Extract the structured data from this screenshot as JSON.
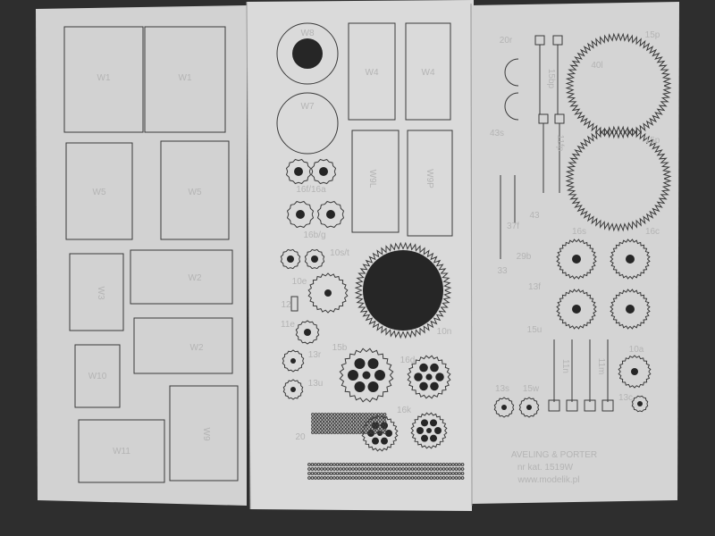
{
  "colors": {
    "background": "#2e2e2e",
    "sheet": "#d6d6d6",
    "cut_line": "#3a3a3a",
    "engraving": "#b4b4b4"
  },
  "sheet_left": {
    "labels": [
      "W1",
      "W1",
      "W5",
      "W5",
      "W3",
      "W2",
      "W2",
      "W10",
      "W9",
      "W11"
    ]
  },
  "sheet_middle": {
    "labels": [
      "W8",
      "W4",
      "W4",
      "W7",
      "W9L",
      "W9P",
      "16f/16a",
      "16b/g",
      "10s/t",
      "10n",
      "10e",
      "12",
      "11e",
      "15b",
      "16d",
      "13r",
      "13u",
      "16k",
      "20"
    ]
  },
  "sheet_right": {
    "labels": [
      "20r",
      "15bp",
      "40l",
      "15p",
      "15p",
      "43s",
      "11fp",
      "37f",
      "43",
      "29b",
      "16s",
      "16c",
      "33",
      "13f",
      "15u",
      "11n",
      "11m",
      "10a",
      "13s",
      "15w",
      "13c"
    ],
    "title": "AVELING & PORTER",
    "catalog": "nr kat. 1519W",
    "website": "www.modelik.pl"
  }
}
